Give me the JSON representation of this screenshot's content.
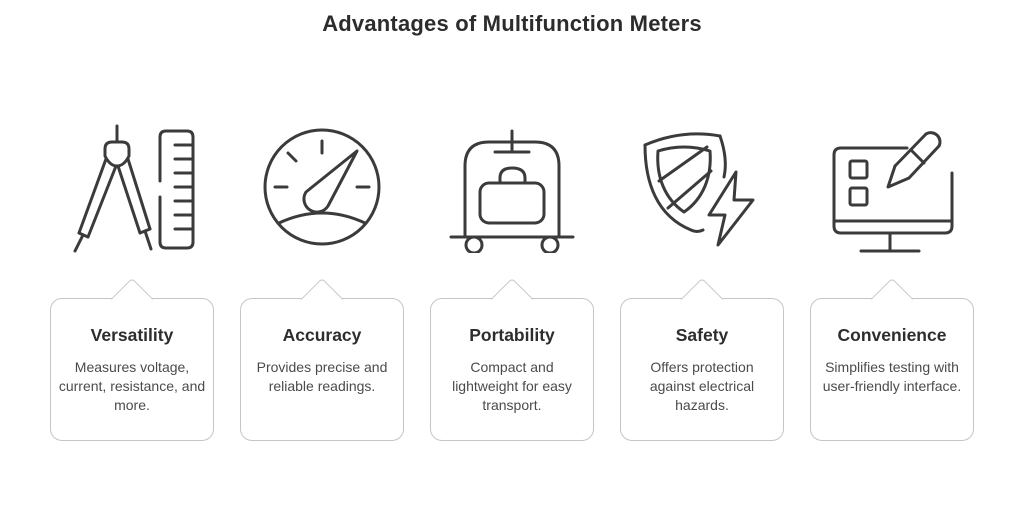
{
  "title": "Advantages of Multifunction Meters",
  "items": [
    {
      "icon": "compass-ruler-icon",
      "title": "Versatility",
      "description": "Measures voltage, current, resistance, and more."
    },
    {
      "icon": "gauge-icon",
      "title": "Accuracy",
      "description": "Provides precise and reliable readings."
    },
    {
      "icon": "luggage-cart-icon",
      "title": "Portability",
      "description": "Compact and lightweight for easy transport."
    },
    {
      "icon": "shield-lightning-icon",
      "title": "Safety",
      "description": "Offers protection against electrical hazards."
    },
    {
      "icon": "monitor-pencil-icon",
      "title": "Convenience",
      "description": "Simplifies testing with user-friendly interface."
    }
  ],
  "colors": {
    "icon_stroke": "#3b3b3b",
    "card_border": "#c5c5c5",
    "title_text": "#2c2c2c",
    "body_text": "#4b4b4b",
    "background": "#ffffff"
  }
}
